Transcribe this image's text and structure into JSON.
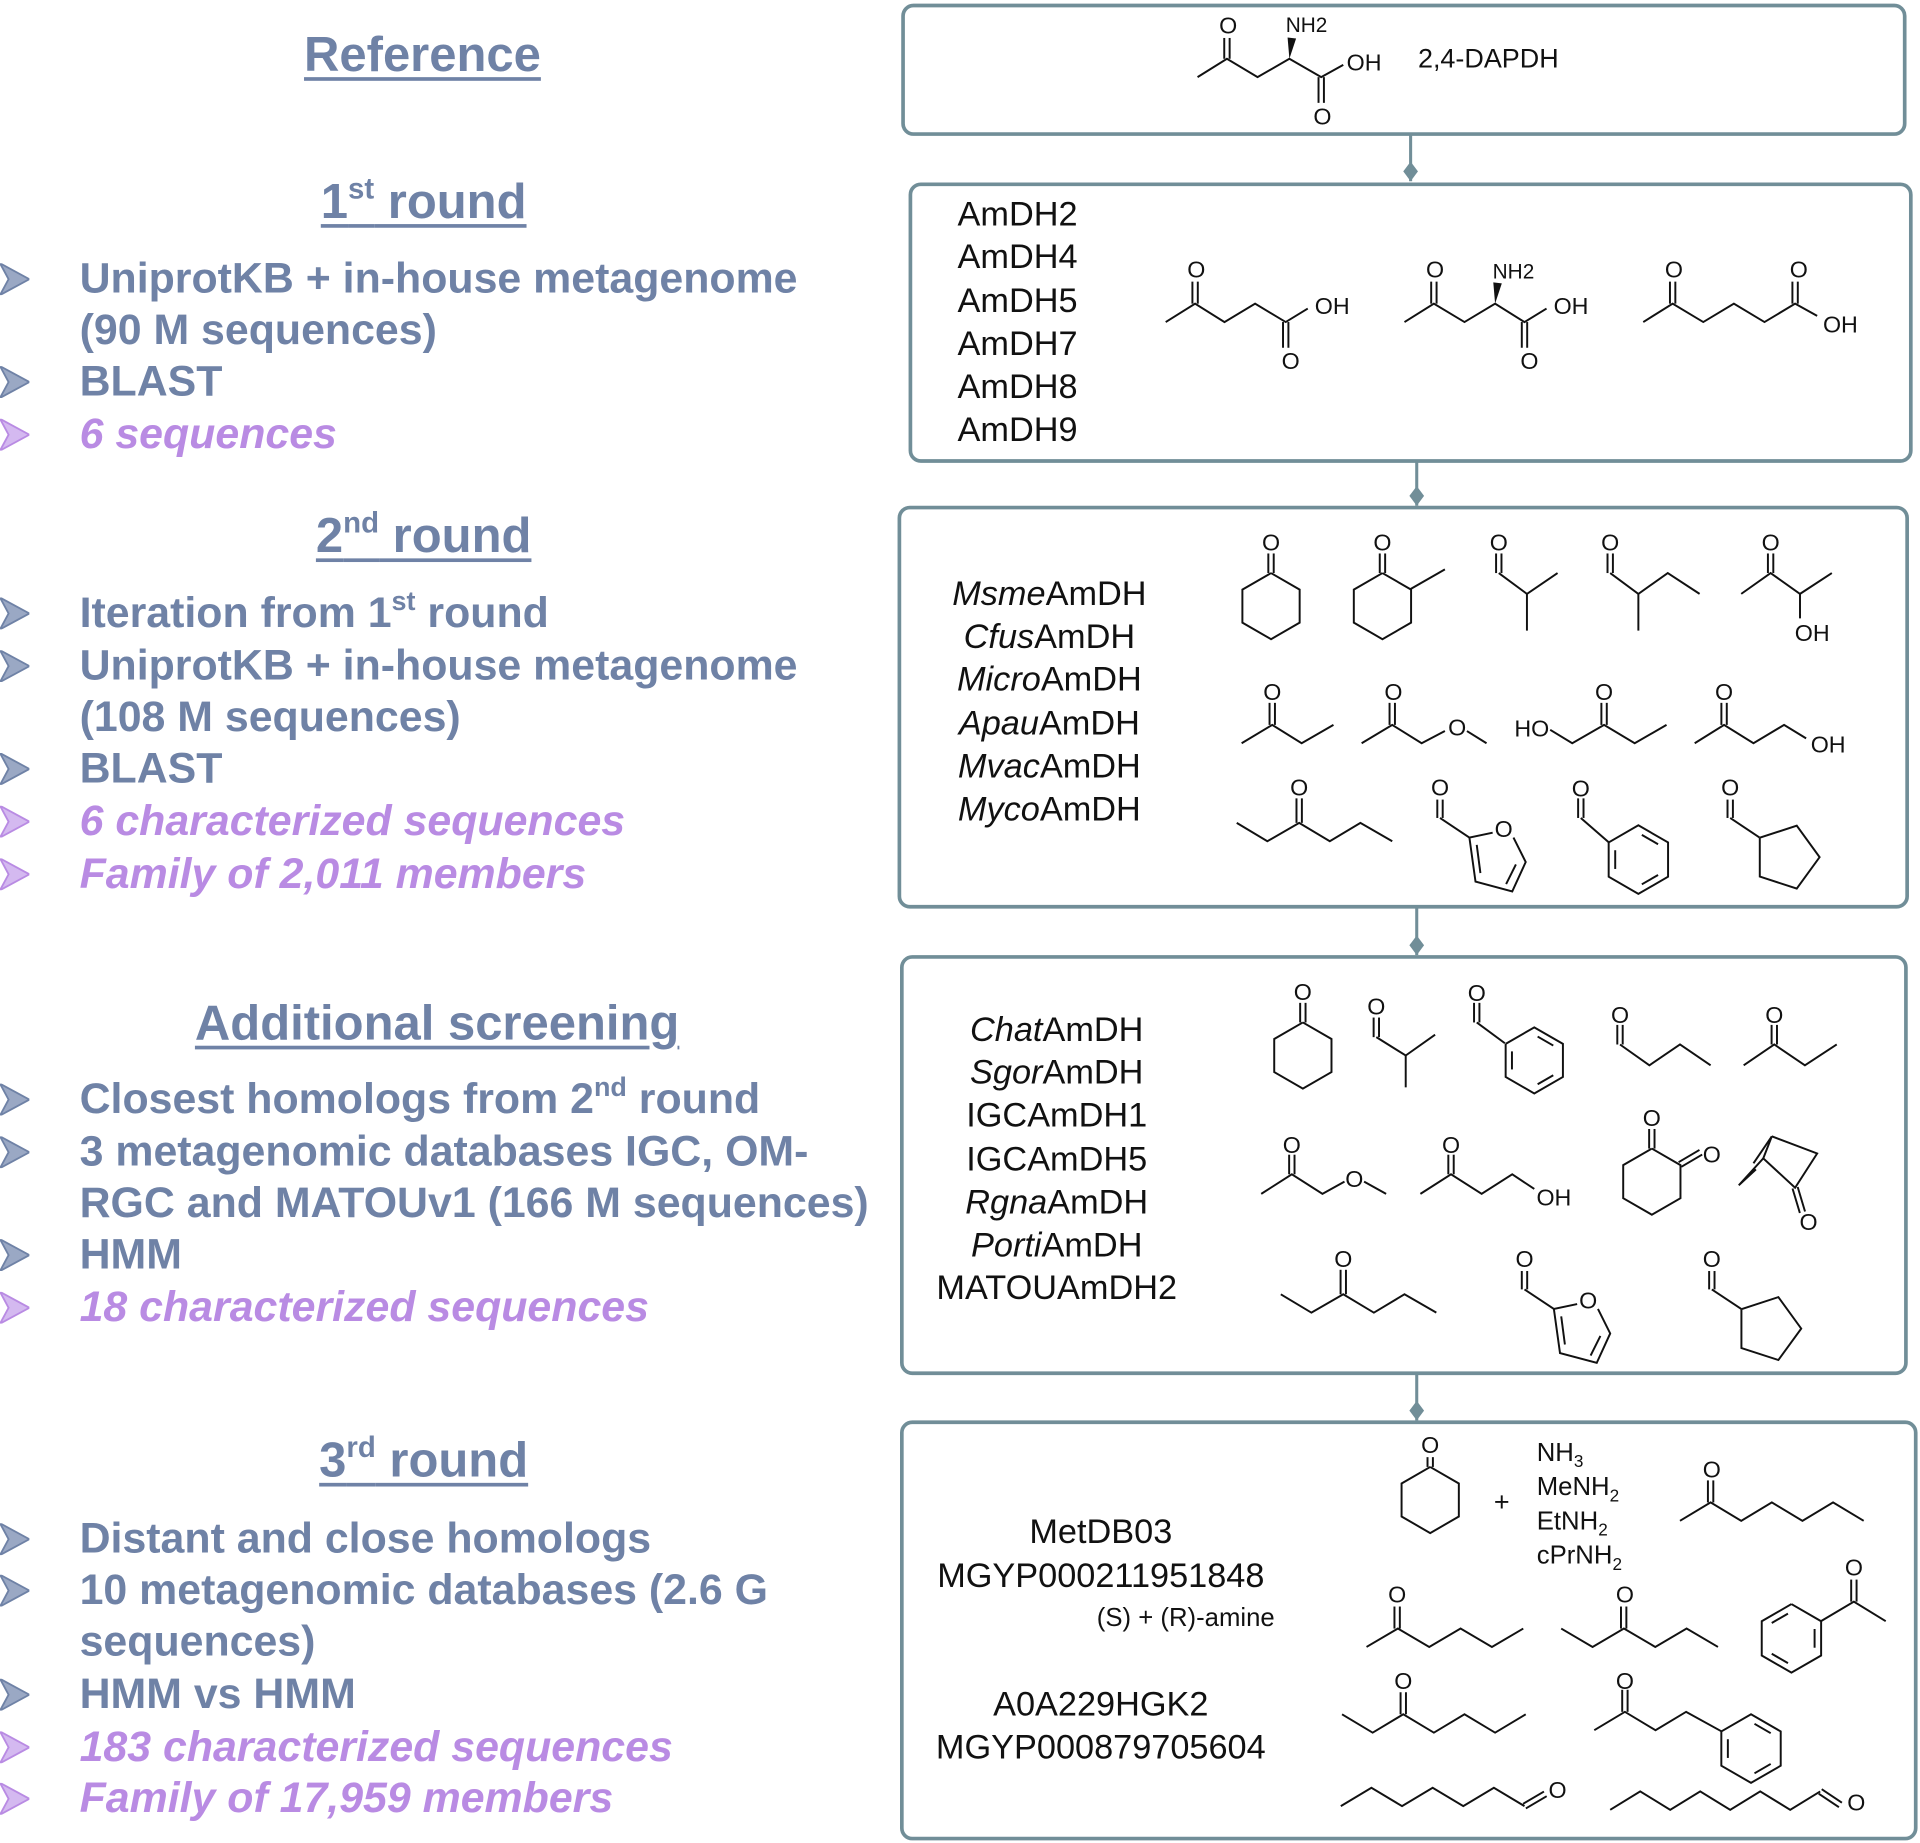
{
  "colors": {
    "heading": "#6f82a6",
    "accent": "#b98be3",
    "box_border": "#718e98"
  },
  "left": {
    "reference": {
      "title": "Reference"
    },
    "round1": {
      "num": "1",
      "sup": "st",
      "rest": " round",
      "items": [
        "UniprotKB + in-house metagenome",
        "(90 M sequences)",
        "BLAST",
        "6 sequences"
      ]
    },
    "round2": {
      "num": "2",
      "sup": "nd",
      "rest": " round",
      "item0_pre": "Iteration from 1",
      "item0_sup": "st",
      "item0_post": " round",
      "items": [
        "UniprotKB + in-house metagenome",
        "(108 M sequences)",
        "BLAST",
        "6 characterized sequences",
        "Family of 2,011 members"
      ]
    },
    "additional": {
      "title": "Additional screening",
      "item0_pre": "Closest homologs from 2",
      "item0_sup": "nd",
      "item0_post": " round",
      "items": [
        "3 metagenomic databases IGC, OM-",
        "RGC and MATOUv1 (166 M sequences)",
        "HMM",
        "18 characterized sequences"
      ]
    },
    "round3": {
      "num": "3",
      "sup": "rd",
      "rest": " round",
      "items": [
        "Distant and close homologs",
        "10 metagenomic databases (2.6 G",
        "sequences)",
        "HMM vs HMM",
        "183 characterized sequences",
        "Family of 17,959 members"
      ]
    }
  },
  "right": {
    "box1": {
      "label": "2,4-DAPDH"
    },
    "box2": {
      "enzymes": [
        "AmDH2",
        "AmDH4",
        "AmDH5",
        "AmDH7",
        "AmDH8",
        "AmDH9"
      ]
    },
    "box3": {
      "enzymes": [
        {
          "i": "Msme",
          "r": "AmDH"
        },
        {
          "i": "Cfus",
          "r": "AmDH"
        },
        {
          "i": "Micro",
          "r": "AmDH"
        },
        {
          "i": "Apau",
          "r": "AmDH"
        },
        {
          "i": "Mvac",
          "r": "AmDH"
        },
        {
          "i": "Myco",
          "r": "AmDH"
        }
      ]
    },
    "box4": {
      "enzymes": [
        {
          "i": "Chat",
          "r": "AmDH"
        },
        {
          "i": "Sgor",
          "r": "AmDH"
        },
        {
          "i": "",
          "r": "IGCAmDH1"
        },
        {
          "i": "",
          "r": "IGCAmDH5"
        },
        {
          "i": "Rgna",
          "r": "AmDH"
        },
        {
          "i": "Porti",
          "r": "AmDH"
        },
        {
          "i": "",
          "r": "MATOUAmDH2"
        }
      ]
    },
    "box5": {
      "enzymes": [
        "MetDB03",
        "MGYP000211951848",
        "A0A229HGK2",
        "MGYP000879705604"
      ],
      "note": "(S) + (R)-amine",
      "plus": "+",
      "amines": [
        {
          "b": "NH",
          "s": "3"
        },
        {
          "b": "MeNH",
          "s": "2"
        },
        {
          "b": "EtNH",
          "s": "2"
        },
        {
          "b": "cPrNH",
          "s": "2"
        }
      ]
    }
  },
  "structures": [
    [
      "O",
      "NH2",
      "OH",
      "O"
    ],
    [
      "O",
      "OH",
      "O"
    ],
    [
      "O",
      "NH2",
      "OH",
      "O"
    ],
    [
      "O",
      "O",
      "OH"
    ],
    [
      "O"
    ],
    [
      "O"
    ],
    [
      "O"
    ],
    [
      "O"
    ],
    [
      "O",
      "OH"
    ],
    [
      "O"
    ],
    [
      "O",
      "O"
    ],
    [
      "HO",
      "O"
    ],
    [
      "O",
      "OH"
    ],
    [
      "O"
    ],
    [
      "O",
      "O"
    ],
    [
      "O"
    ],
    [
      "O"
    ],
    [
      "O"
    ],
    [
      "O"
    ],
    [
      "O"
    ],
    [
      "O"
    ],
    [
      "O"
    ],
    [
      "O",
      "O"
    ],
    [
      "O",
      "OH"
    ],
    [
      "O",
      "O"
    ],
    [
      "O"
    ],
    [
      "O"
    ],
    [
      "O",
      "O"
    ],
    [
      "O"
    ],
    [
      "O"
    ],
    [
      "O"
    ],
    [
      "O"
    ],
    [
      "O"
    ],
    [
      "O"
    ],
    [
      "O"
    ],
    [
      "O"
    ],
    [
      "O"
    ],
    [
      "O"
    ]
  ]
}
